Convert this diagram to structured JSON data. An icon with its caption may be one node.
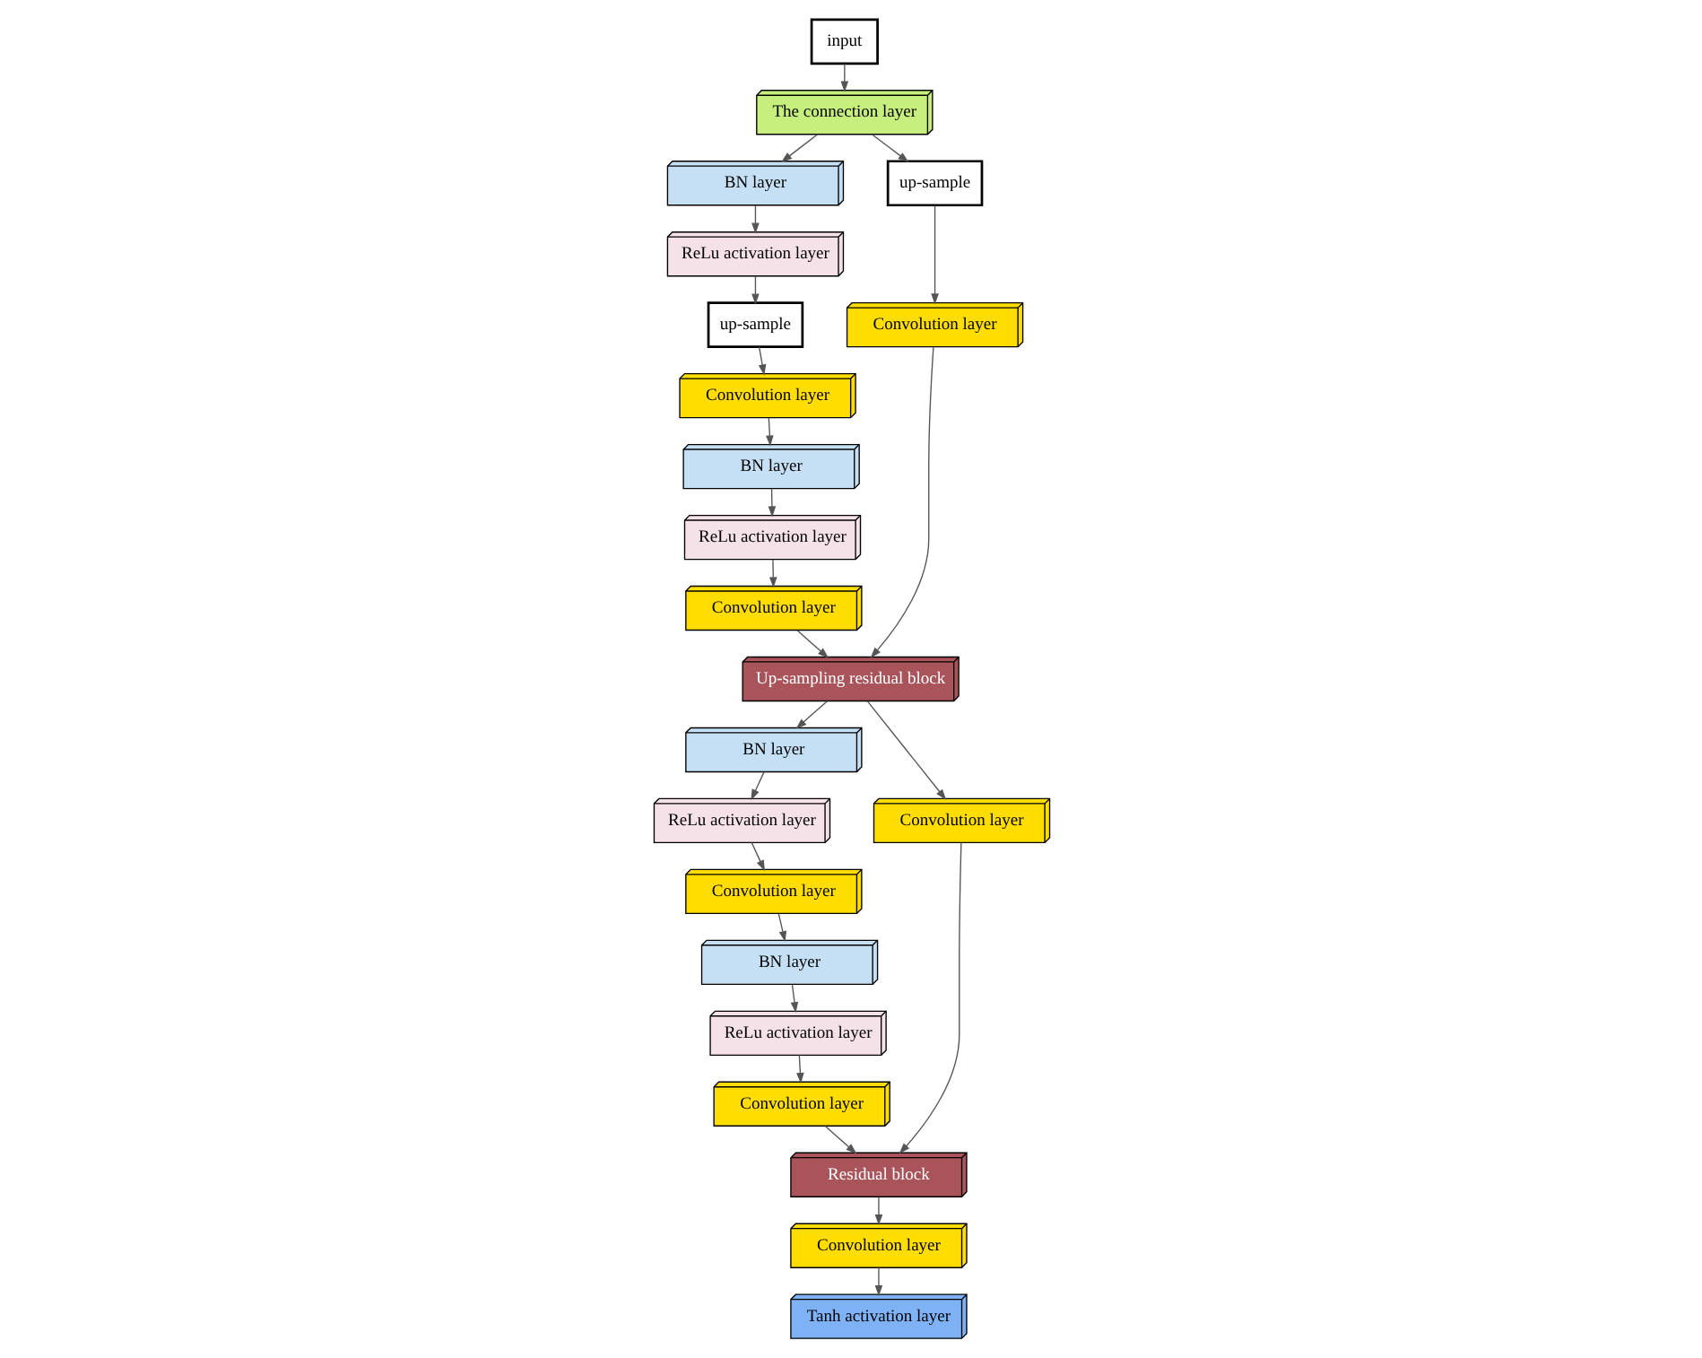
{
  "diagram": {
    "nodes": [
      {
        "text": [
          "input"
        ]
      },
      {
        "text": [
          "The connection layer"
        ]
      },
      {
        "text": [
          "BN layer"
        ]
      },
      {
        "text": [
          "ReLu activation layer"
        ]
      },
      {
        "text": [
          "up-sample"
        ]
      },
      {
        "text": [
          "Convolution layer"
        ]
      },
      {
        "text": [
          "BN layer"
        ]
      },
      {
        "text": [
          "ReLu activation layer"
        ]
      },
      {
        "text": [
          "Convolution layer"
        ]
      },
      {
        "text": [
          "up-sample"
        ]
      },
      {
        "text": [
          "Convolution layer"
        ]
      },
      {
        "text": [
          "Up-sampling residual block"
        ]
      },
      {
        "text": [
          "BN layer"
        ]
      },
      {
        "text": [
          "ReLu activation layer"
        ]
      },
      {
        "text": [
          "Convolution layer"
        ]
      },
      {
        "text": [
          "BN layer"
        ]
      },
      {
        "text": [
          "ReLu activation layer"
        ]
      },
      {
        "text": [
          "Convolution layer"
        ]
      },
      {
        "text": [
          "Convolution layer"
        ]
      },
      {
        "text": [
          "Residual block"
        ]
      },
      {
        "text": [
          "Convolution layer"
        ]
      },
      {
        "text": [
          "Tanh activation layer"
        ]
      }
    ],
    "edges": [
      {
        "from": 0,
        "to": 1,
        "arrow": "to"
      },
      {
        "from": 1,
        "to": 2,
        "arrow": "to"
      },
      {
        "from": 1,
        "to": 9,
        "arrow": "to"
      },
      {
        "from": 2,
        "to": 3,
        "arrow": "to"
      },
      {
        "from": 3,
        "to": 4,
        "arrow": "to"
      },
      {
        "from": 4,
        "to": 5,
        "arrow": "to"
      },
      {
        "from": 5,
        "to": 6,
        "arrow": "to"
      },
      {
        "from": 6,
        "to": 7,
        "arrow": "to"
      },
      {
        "from": 7,
        "to": 8,
        "arrow": "to"
      },
      {
        "from": 9,
        "to": 10,
        "arrow": "to"
      },
      {
        "from": 8,
        "to": 11,
        "arrow": "to"
      },
      {
        "from": 10,
        "to": 11,
        "arrow": "to"
      },
      {
        "from": 11,
        "to": 12,
        "arrow": "to"
      },
      {
        "from": 11,
        "to": 18,
        "arrow": "to"
      },
      {
        "from": 12,
        "to": 13,
        "arrow": "to"
      },
      {
        "from": 13,
        "to": 14,
        "arrow": "to"
      },
      {
        "from": 14,
        "to": 15,
        "arrow": "to"
      },
      {
        "from": 15,
        "to": 16,
        "arrow": "to"
      },
      {
        "from": 16,
        "to": 17,
        "arrow": "to"
      },
      {
        "from": 17,
        "to": 19,
        "arrow": "to"
      },
      {
        "from": 18,
        "to": 19,
        "arrow": "to"
      },
      {
        "from": 19,
        "to": 20,
        "arrow": "to"
      },
      {
        "from": 20,
        "to": 21,
        "arrow": "to"
      }
    ]
  }
}
